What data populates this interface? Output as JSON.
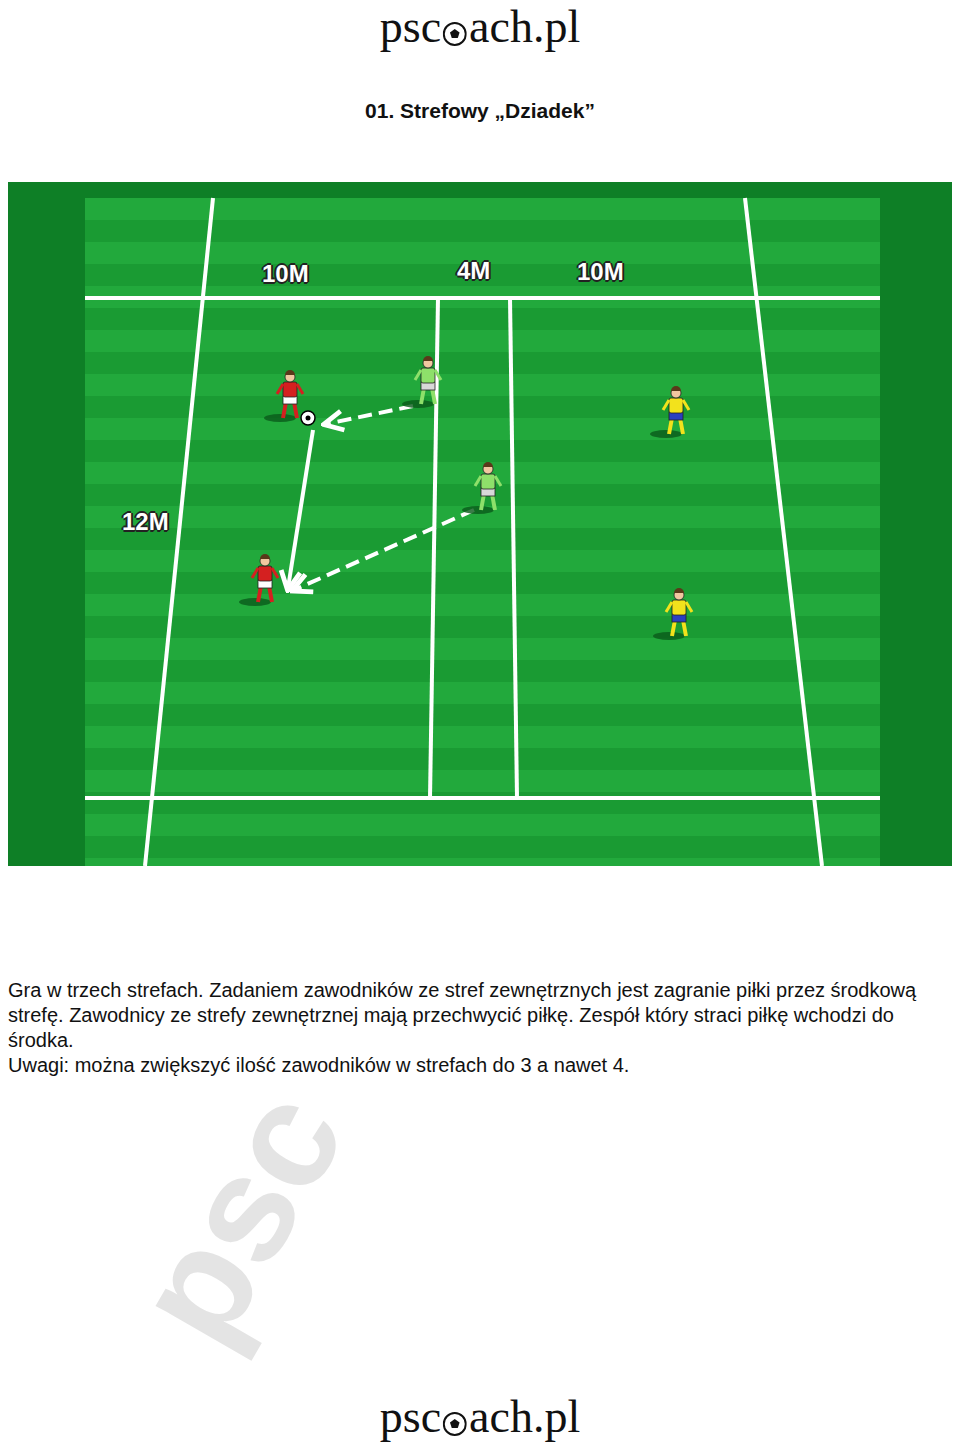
{
  "diagram": {
    "title": "01. Strefowy „Dziadek”",
    "labels": [
      "psc",
      "ach.pl",
      "10M",
      "4M",
      "10M",
      "12M",
      "psc",
      "Gra w trzech strefach. Zadaniem zawodników ze stref zewnętrznych jest zagranie piłki przez środkową strefę. Zawodnicy ze strefy zewnętrznej mają przechwycić piłkę. Zespół który straci piłkę wchodzi do środka.",
      "Uwagi: można zwiększyć ilość zawodników w strefach do 3 a nawet 4.",
      "psc",
      "ach.pl"
    ]
  }
}
